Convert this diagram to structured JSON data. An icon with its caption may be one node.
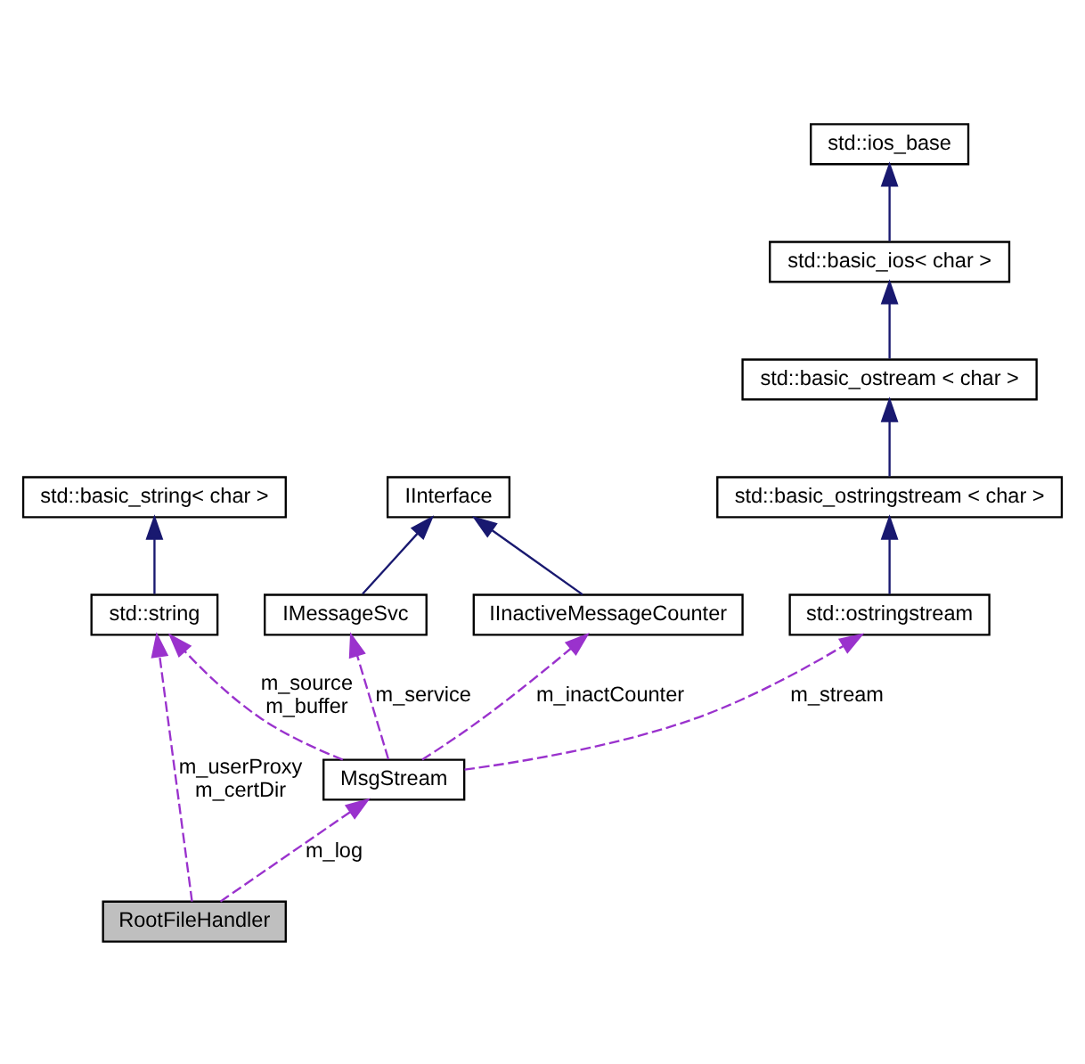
{
  "diagram": {
    "nodes": [
      {
        "text": [
          "std::ios_base"
        ]
      },
      {
        "text": [
          "std::basic_ios< char >"
        ]
      },
      {
        "text": [
          "std::basic_ostream < char >"
        ]
      },
      {
        "text": [
          "IInterface"
        ]
      },
      {
        "text": [
          "std::basic_ostringstream < char >"
        ]
      },
      {
        "text": [
          "std::basic_string< char >"
        ]
      },
      {
        "text": [
          "IMessageSvc"
        ]
      },
      {
        "text": [
          "IInactiveMessageCounter"
        ]
      },
      {
        "text": [
          "std::ostringstream"
        ]
      },
      {
        "text": [
          "std::string"
        ]
      },
      {
        "text": [
          "MsgStream"
        ]
      },
      {
        "text": [
          "RootFileHandler"
        ]
      }
    ],
    "edges": [
      {
        "from": 1,
        "to": 0,
        "arrow": "to"
      },
      {
        "from": 2,
        "to": 1,
        "arrow": "to"
      },
      {
        "from": 4,
        "to": 2,
        "arrow": "to"
      },
      {
        "from": 6,
        "to": 3,
        "arrow": "to"
      },
      {
        "from": 7,
        "to": 3,
        "arrow": "to"
      },
      {
        "from": 8,
        "to": 4,
        "arrow": "to"
      },
      {
        "from": 9,
        "to": 5,
        "arrow": "to"
      },
      {
        "from": 10,
        "to": 6,
        "arrow": "to",
        "label": "m_service",
        "style": "dashed",
        "color": "#9a32cd"
      },
      {
        "from": 10,
        "to": 7,
        "arrow": "to",
        "label": "m_inactCounter",
        "style": "dashed",
        "color": "#9a32cd"
      },
      {
        "from": 10,
        "to": 8,
        "arrow": "to",
        "label": "m_stream",
        "style": "dashed",
        "color": "#9a32cd"
      },
      {
        "from": 10,
        "to": 9,
        "arrow": "to",
        "label": "m_source m_buffer",
        "style": "dashed",
        "color": "#9a32cd"
      },
      {
        "from": 11,
        "to": 10,
        "arrow": "to",
        "label": "m_log",
        "style": "dashed",
        "color": "#9a32cd"
      },
      {
        "from": 11,
        "to": 9,
        "arrow": "to",
        "label": "m_userProxy m_certDir",
        "style": "dashed",
        "color": "#9a32cd"
      }
    ]
  }
}
